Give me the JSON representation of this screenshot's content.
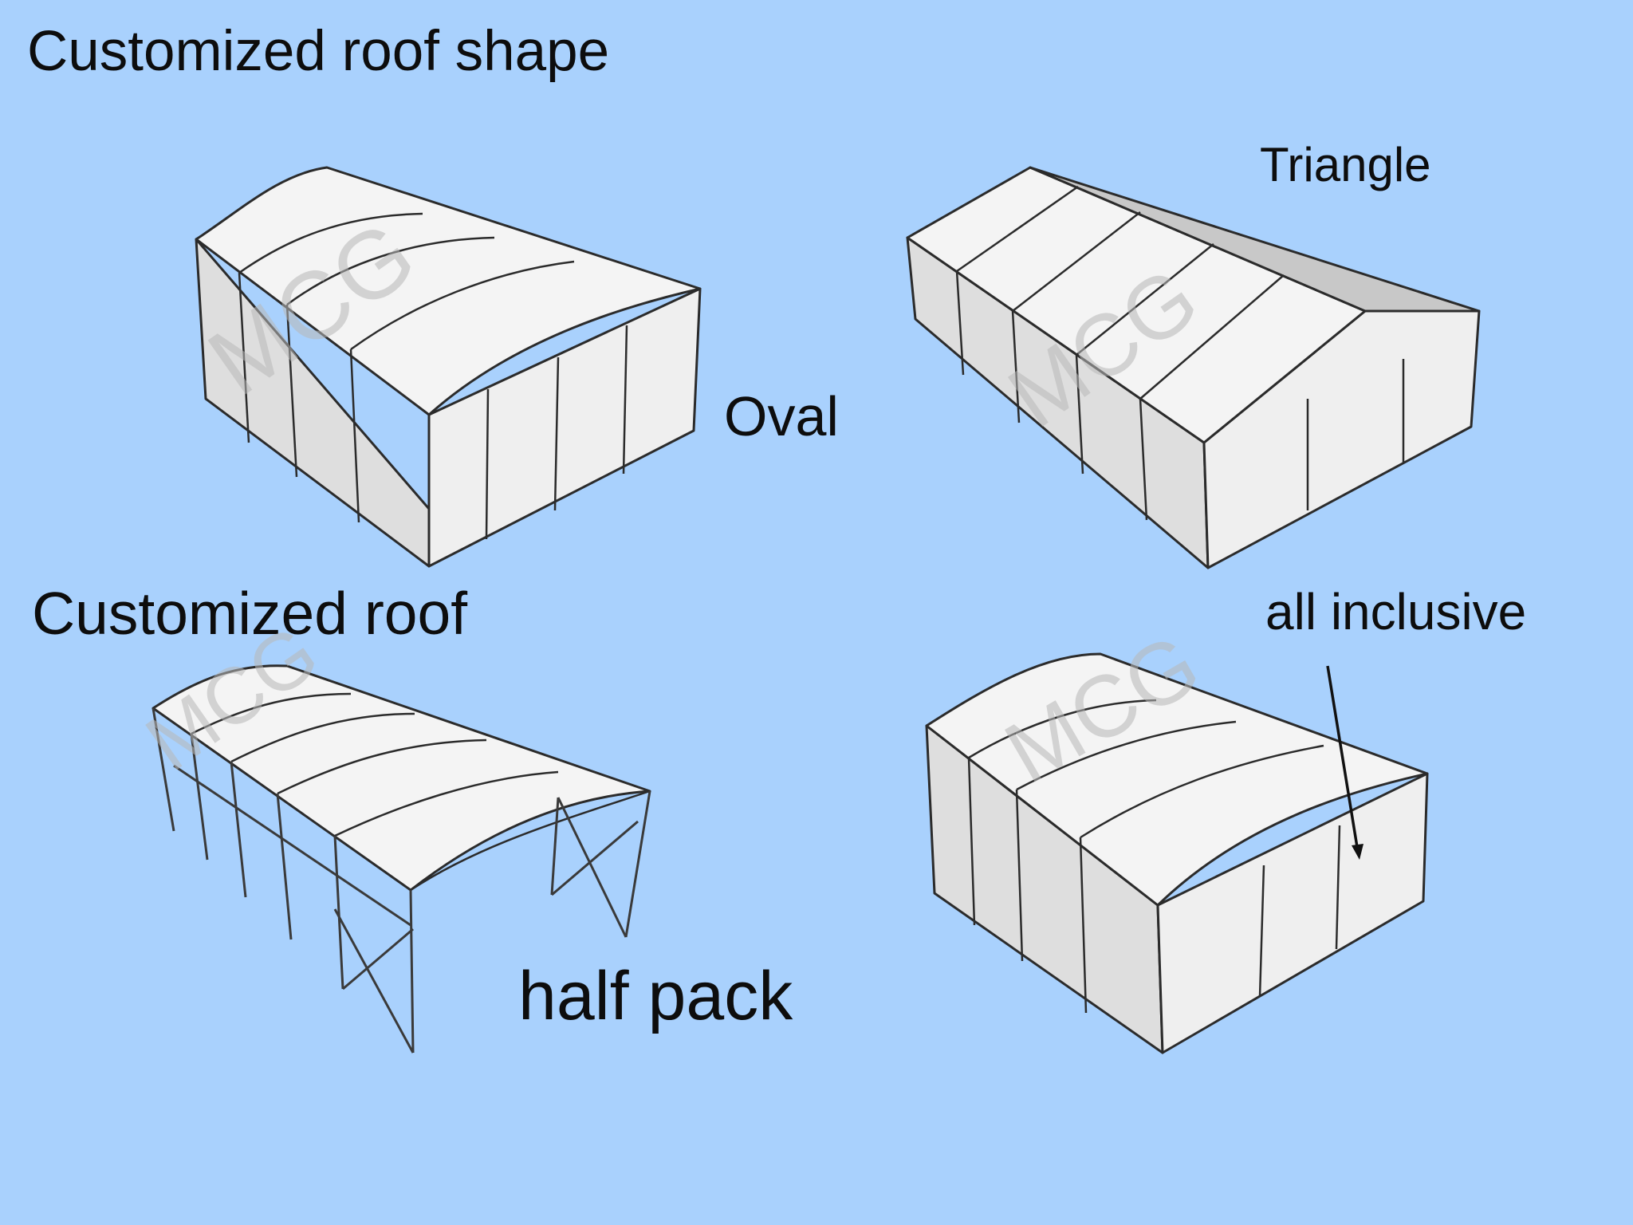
{
  "labels": {
    "title": "Customized roof shape",
    "customized_roof": "Customized roof",
    "oval": "Oval",
    "triangle": "Triangle",
    "all_inclusive": "all inclusive",
    "half_pack": "half pack"
  },
  "watermark": "MCG",
  "colors": {
    "background": "#a9d1fd",
    "panel": "#ececec",
    "panel_shadow": "#d9d9d9",
    "frame": "#2b2b2b",
    "text": "#0d0d0d"
  },
  "items": [
    {
      "name": "oval-tent",
      "roof": "Oval"
    },
    {
      "name": "triangle-tent",
      "roof": "Triangle"
    },
    {
      "name": "half-pack-tent",
      "roof": "half pack"
    },
    {
      "name": "all-inclusive-tent",
      "roof": "all inclusive"
    }
  ]
}
